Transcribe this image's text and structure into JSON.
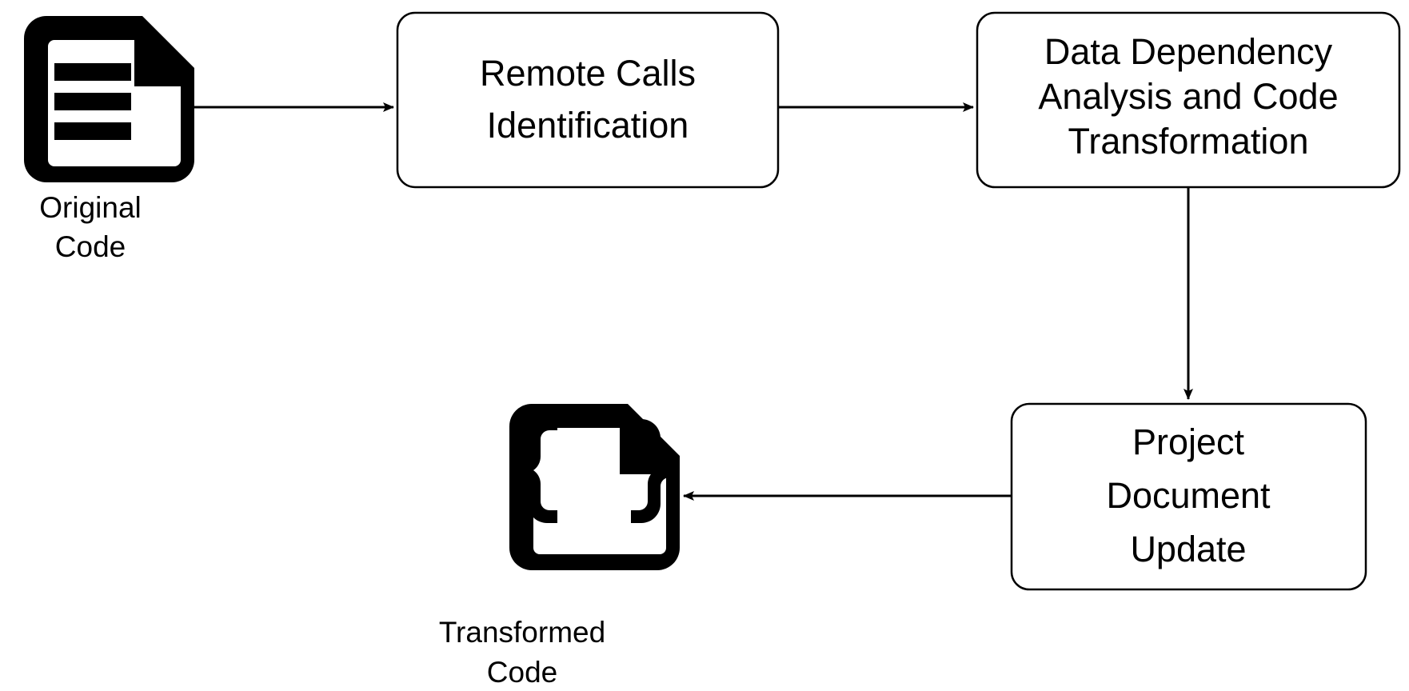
{
  "diagram": {
    "title": "Code Transformation Pipeline Flowchart",
    "background_color": "#ffffff",
    "stroke_color": "#000000",
    "fill_color": "#ffffff",
    "nodes": [
      {
        "id": "original-code",
        "type": "icon",
        "icon": "document-lines-icon",
        "label_line1": "Original",
        "label_line2": "Code"
      },
      {
        "id": "remote-calls-identification",
        "type": "process",
        "line1": "Remote Calls",
        "line2": "Identification"
      },
      {
        "id": "data-dependency-analysis",
        "type": "process",
        "line1": "Data Dependency",
        "line2": "Analysis and Code",
        "line3": "Transformation"
      },
      {
        "id": "project-document-update",
        "type": "process",
        "line1": "Project",
        "line2": "Document",
        "line3": "Update"
      },
      {
        "id": "transformed-code",
        "type": "icon",
        "icon": "document-braces-icon",
        "label_line1": "Transformed",
        "label_line2": "Code"
      }
    ],
    "edges": [
      {
        "id": "edge-1",
        "from": "original-code",
        "to": "remote-calls-identification",
        "direction": "right"
      },
      {
        "id": "edge-2",
        "from": "remote-calls-identification",
        "to": "data-dependency-analysis",
        "direction": "right"
      },
      {
        "id": "edge-3",
        "from": "data-dependency-analysis",
        "to": "project-document-update",
        "direction": "down"
      },
      {
        "id": "edge-4",
        "from": "project-document-update",
        "to": "transformed-code",
        "direction": "left"
      }
    ]
  }
}
